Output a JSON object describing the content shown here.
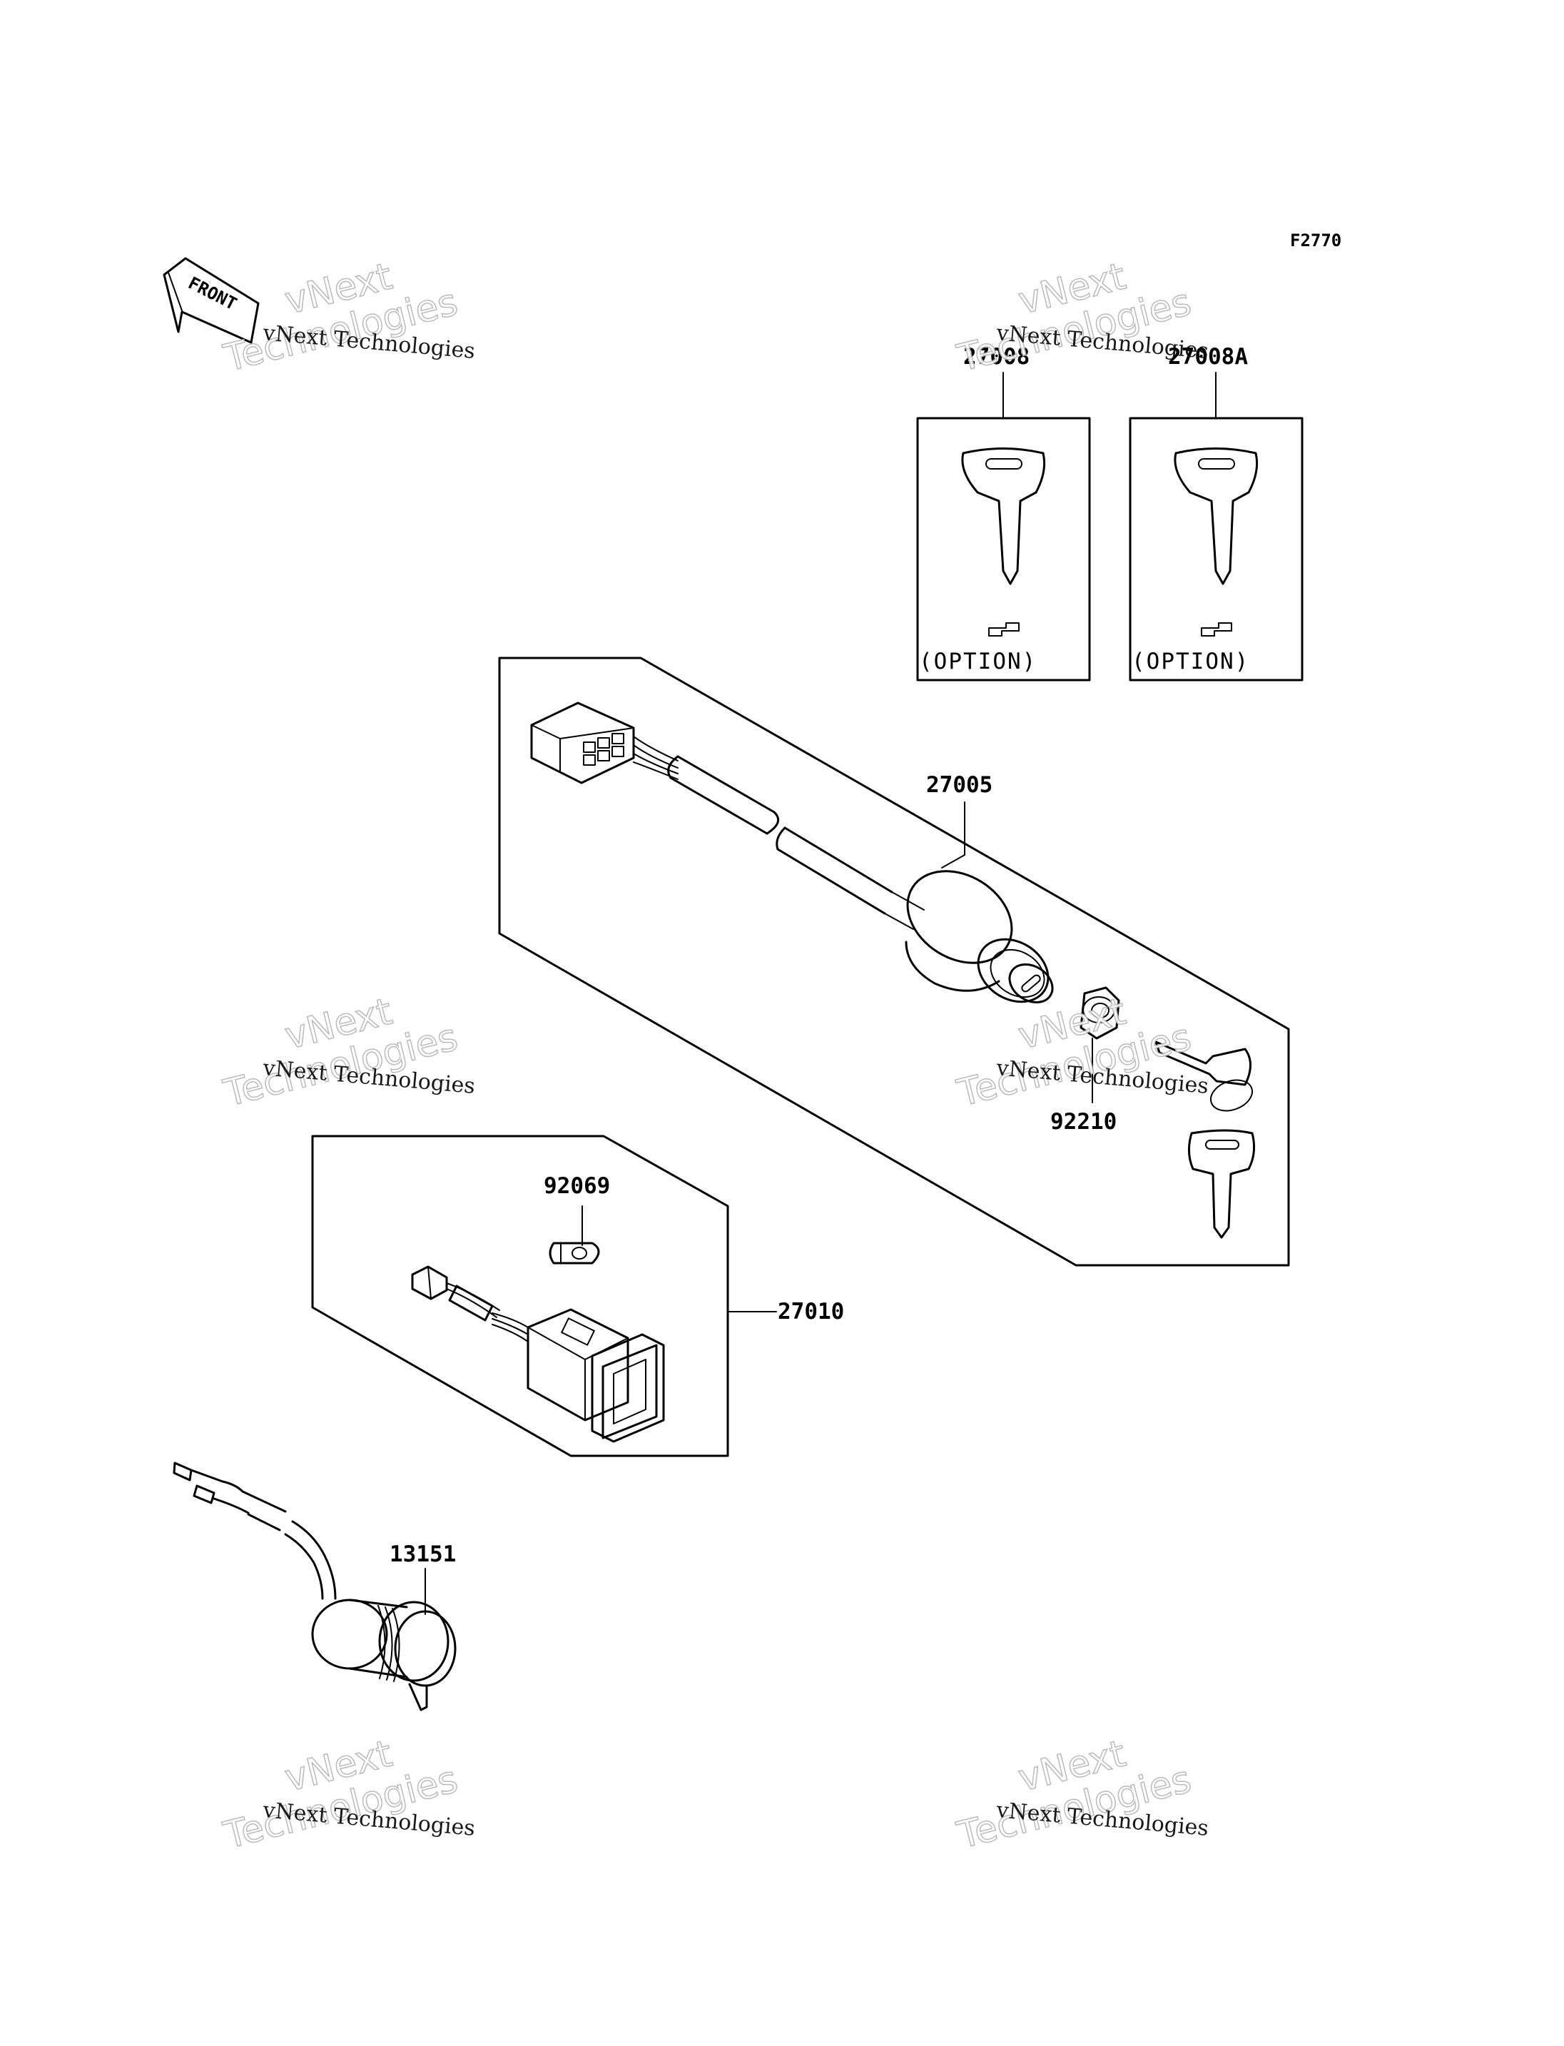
{
  "figure_ref": "F2770",
  "front_label": "FRONT",
  "option_label": "(OPTION)",
  "parts": {
    "key_blank_a": "27008",
    "key_blank_b": "27008A",
    "ignition_switch": "27005",
    "nut": "92210",
    "bulb": "92069",
    "push_switch": "27010",
    "socket": "13151"
  },
  "watermark": {
    "company": "vNext Technologies",
    "word1": "vNext",
    "word2": "Technologies"
  }
}
